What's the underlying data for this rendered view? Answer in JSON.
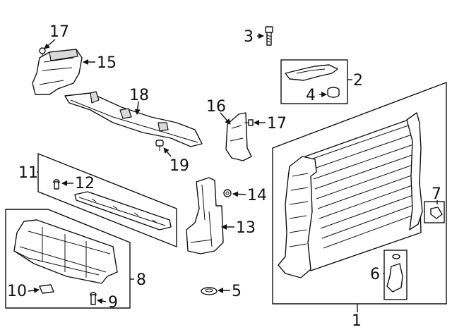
{
  "callouts": {
    "c1": "1",
    "c2": "2",
    "c3": "3",
    "c4": "4",
    "c5": "5",
    "c6": "6",
    "c7": "7",
    "c8": "8",
    "c9": "9",
    "c10": "10",
    "c11": "11",
    "c12": "12",
    "c13": "13",
    "c14": "14",
    "c15": "15",
    "c16": "16",
    "c17a": "17",
    "c17b": "17",
    "c18": "18",
    "c19": "19"
  }
}
